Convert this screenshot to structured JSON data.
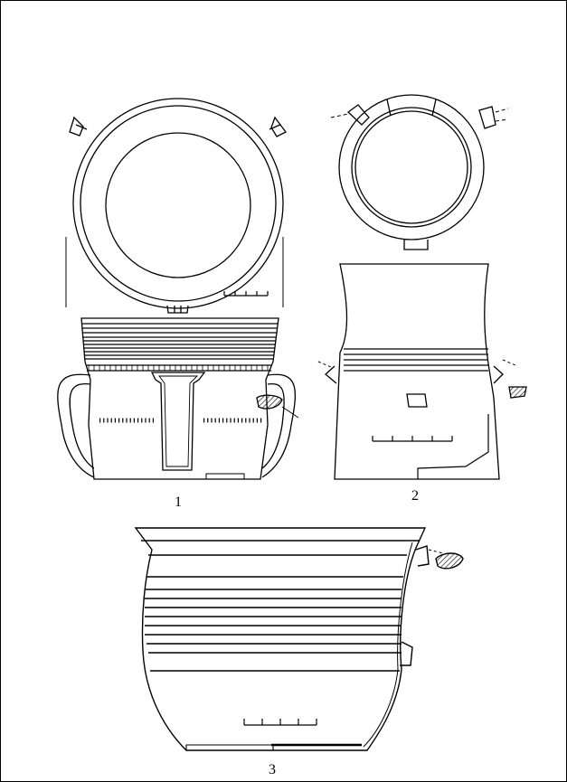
{
  "figure": {
    "labels": {
      "vessel_1": "1",
      "vessel_2": "2",
      "vessel_3": "3"
    },
    "scale_bar_ticks": 5,
    "line_color": "#000000",
    "hatch_color": "#000000",
    "background": "#ffffff"
  }
}
